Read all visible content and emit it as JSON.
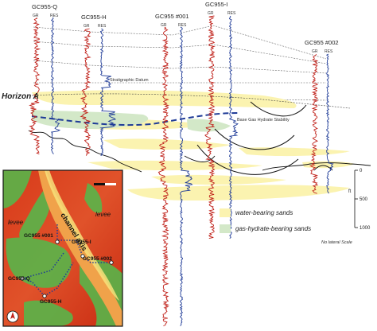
{
  "wells": [
    {
      "name": "GC955-Q"
    },
    {
      "name": "GC955-H"
    },
    {
      "name": "GC955 #001"
    },
    {
      "name": "GC955-I"
    },
    {
      "name": "GC955 #002"
    }
  ],
  "log_labels": {
    "gr": "GR",
    "res": "RES"
  },
  "labels": {
    "horizon": "Horizon A",
    "datum": "Stratigraphic Datum",
    "bghs": "Base Gas Hydrate Stability",
    "no_lateral_scale": "No lateral Scale"
  },
  "depth_scale": {
    "ticks": [
      "0",
      "500",
      "1000"
    ],
    "unit": "ft"
  },
  "legend": [
    {
      "label": "water-bearing sands",
      "color": "#fbf3b0"
    },
    {
      "label": "gas-hydrate-bearing sands",
      "color": "#d3e8c8"
    }
  ],
  "inset_map": {
    "labels": {
      "channel": "channel axis",
      "levee_left": "levee",
      "levee_right": "levee"
    },
    "wells": [
      {
        "name": "GC955 #001"
      },
      {
        "name": "GC955-I"
      },
      {
        "name": "GC955 #002"
      },
      {
        "name": "GC955-Q"
      },
      {
        "name": "GC955-H"
      }
    ]
  },
  "colors": {
    "gr_log": "#c0221b",
    "res_log": "#1f3b97",
    "bghs_line": "#1f3b97"
  }
}
